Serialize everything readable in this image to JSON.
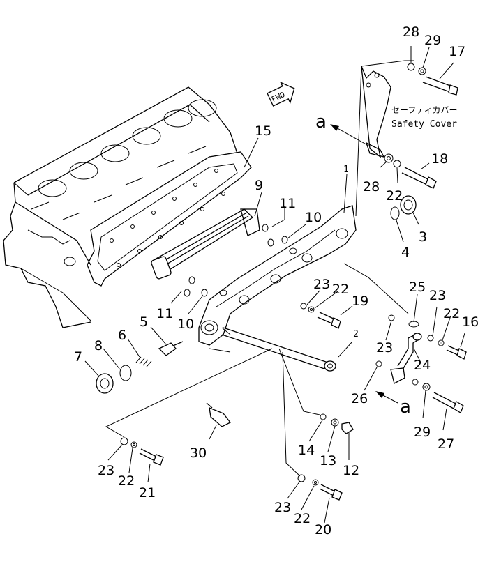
{
  "labels": {
    "safety_cover_jp": "セーフティカバー",
    "safety_cover_en": "Safety Cover",
    "fwd": "FWD",
    "ref_a": "a"
  },
  "callouts": {
    "p1": "1",
    "p2": "2",
    "p3": "3",
    "p4": "4",
    "p5": "5",
    "p6": "6",
    "p7": "7",
    "p8": "8",
    "p9": "9",
    "p10": "10",
    "p11": "11",
    "p12": "12",
    "p13": "13",
    "p14": "14",
    "p15": "15",
    "p16": "16",
    "p17": "17",
    "p18": "18",
    "p19": "19",
    "p20": "20",
    "p21": "21",
    "p22": "22",
    "p23": "23",
    "p24": "24",
    "p25": "25",
    "p26": "26",
    "p27": "27",
    "p28": "28",
    "p29": "29",
    "p30": "30"
  }
}
